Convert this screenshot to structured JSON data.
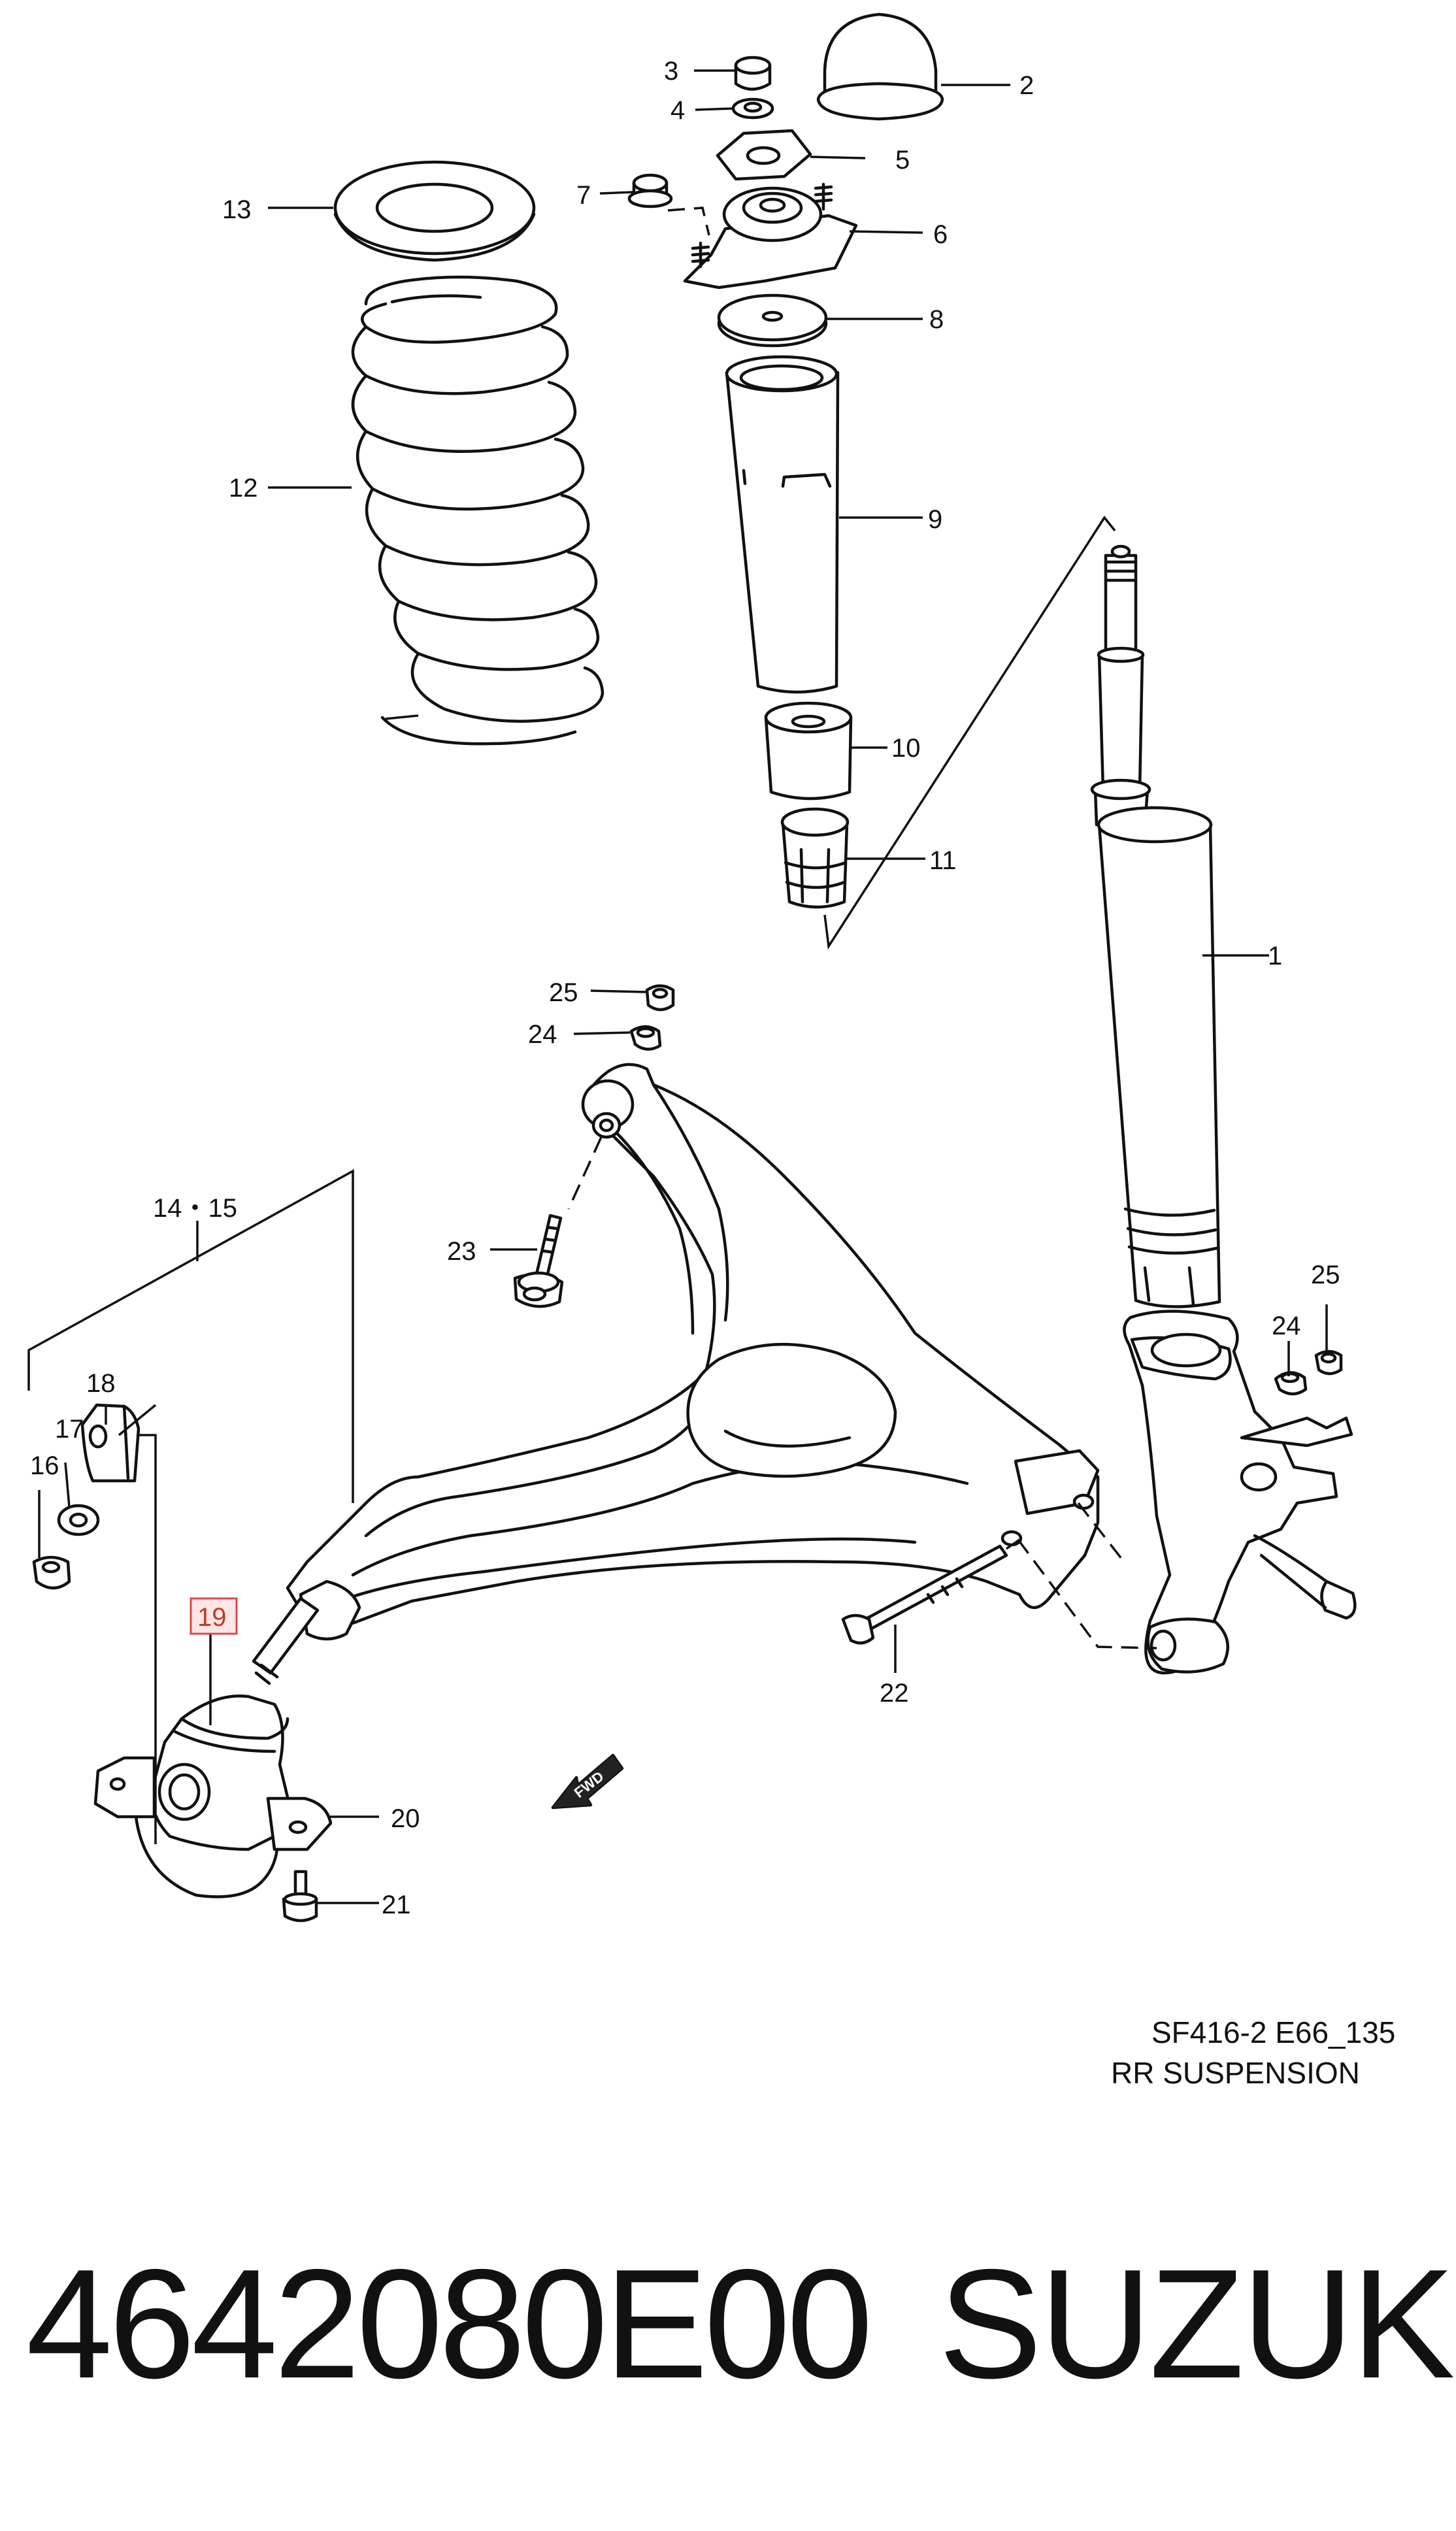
{
  "diagram": {
    "part_callouts": [
      "1",
      "2",
      "3",
      "4",
      "5",
      "6",
      "7",
      "8",
      "9",
      "10",
      "11",
      "12",
      "13",
      "14・15",
      "16",
      "17",
      "18",
      "19",
      "20",
      "21",
      "22",
      "23",
      "24",
      "25",
      "24",
      "25"
    ],
    "highlighted_callout": "19",
    "fwd_label": "FWD",
    "ref_code": "SF416-2 E66_135",
    "section_title": "RR SUSPENSION"
  },
  "footer": {
    "part_number": "4642080E00",
    "brand": "SUZUKI"
  }
}
